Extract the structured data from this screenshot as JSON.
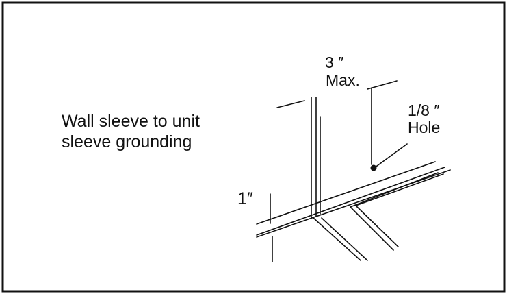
{
  "caption": {
    "line1": "Wall sleeve to unit",
    "line2": "sleeve grounding"
  },
  "dimensions": {
    "depth_value": "3 ″",
    "depth_qualifier": "Max.",
    "hole_size": "1/8 ″",
    "hole_label": "Hole",
    "offset_value": "1″"
  },
  "colors": {
    "ink": "#111111",
    "background": "#ffffff"
  }
}
